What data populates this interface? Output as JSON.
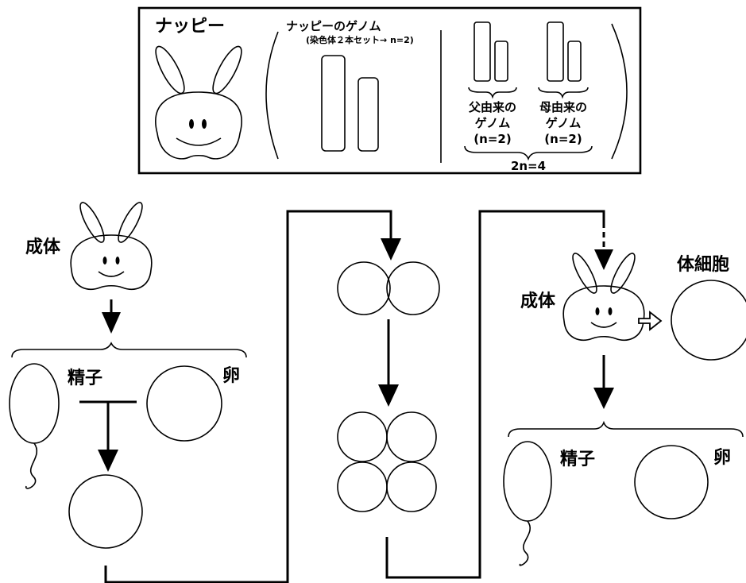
{
  "genome_box": {
    "title": "ナッピー",
    "genome_heading": "ナッピーのゲノム",
    "genome_note": "(染色体２本セット→ n=2)",
    "paternal_label": "父由来の",
    "maternal_label": "母由来の",
    "genome_word": "ゲノム",
    "paternal_n": "(n=2)",
    "maternal_n": "(n=2)",
    "total": "2n=4"
  },
  "lifecycle": {
    "adult_left": "成体",
    "sperm_left": "精子",
    "egg_left": "卵",
    "adult_right": "成体",
    "somatic_cell": "体細胞",
    "sperm_right": "精子",
    "egg_right": "卵"
  }
}
